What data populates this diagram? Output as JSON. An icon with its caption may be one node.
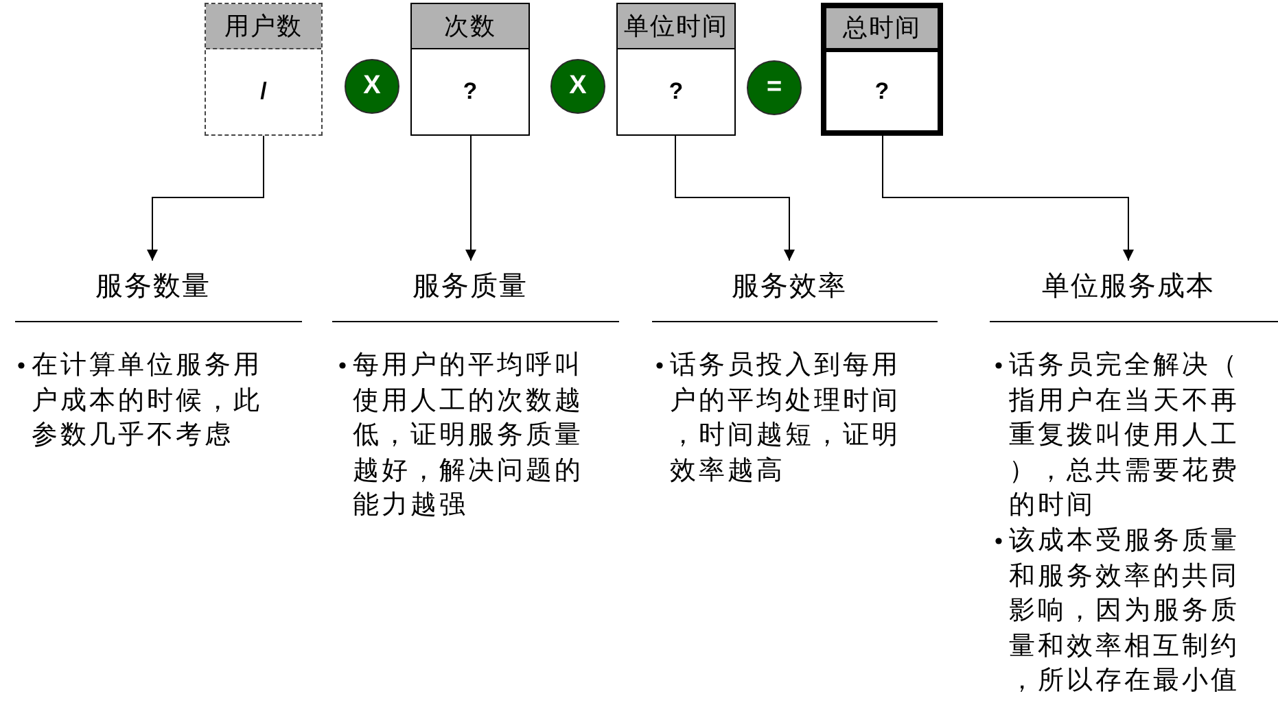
{
  "diagram": {
    "nodes": [
      {
        "text": [
          "用户数",
          "/"
        ]
      },
      {
        "text": [
          "X"
        ]
      },
      {
        "text": [
          "次数",
          "?"
        ]
      },
      {
        "text": [
          "X"
        ]
      },
      {
        "text": [
          "单位时间",
          "?"
        ]
      },
      {
        "text": [
          "="
        ]
      },
      {
        "text": [
          "总时间",
          "?"
        ]
      },
      {
        "text": [
          "服务数量"
        ],
        "beside": [
          "在计算单位服务用户成本的时候，此参数几乎不考虑"
        ]
      },
      {
        "text": [
          "服务质量"
        ],
        "beside": [
          "每用户的平均呼叫使用人工的次数越低，证明服务质量越好，解决问题的能力越强"
        ]
      },
      {
        "text": [
          "服务效率"
        ],
        "beside": [
          "话务员投入到每用户的平均处理时间，时间越短，证明效率越高"
        ]
      },
      {
        "text": [
          "单位服务成本"
        ],
        "beside": [
          "话务员完全解决（指用户在当天不再重复拨叫使用人工），总共需要花费的时间",
          "该成本受服务质量和服务效率的共同影响，因为服务质量和效率相互制约，所以存在最小值"
        ]
      }
    ],
    "edges": [
      {
        "from": 0,
        "to": 7,
        "arrow": "to"
      },
      {
        "from": 2,
        "to": 8,
        "arrow": "to"
      },
      {
        "from": 4,
        "to": 9,
        "arrow": "to"
      },
      {
        "from": 6,
        "to": 10,
        "arrow": "to"
      }
    ]
  }
}
